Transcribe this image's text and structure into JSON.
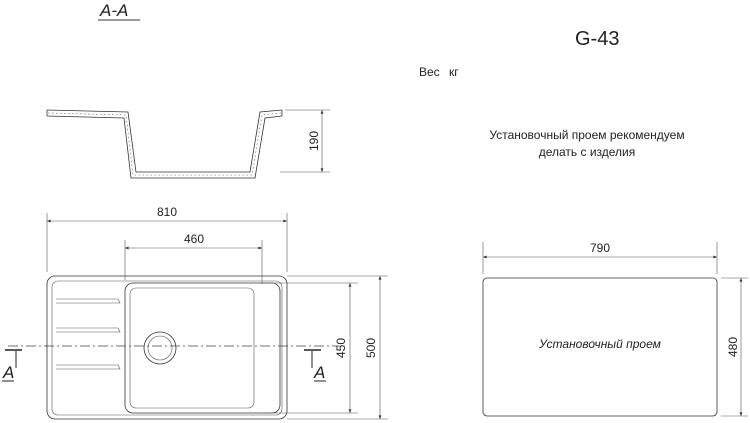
{
  "section_title": "A-A",
  "model": "G-43",
  "weight_label": "Вес",
  "weight_unit": "кг",
  "note_line1": "Установочный проем рекомендуем",
  "note_line2": "делать с изделия",
  "cutout_label": "Установочный проем",
  "section_marker_left": "A",
  "section_marker_right": "A",
  "dimensions": {
    "depth": "190",
    "total_width": "810",
    "bowl_width": "460",
    "bowl_length": "450",
    "total_length": "500",
    "cutout_width": "790",
    "cutout_length": "480"
  }
}
